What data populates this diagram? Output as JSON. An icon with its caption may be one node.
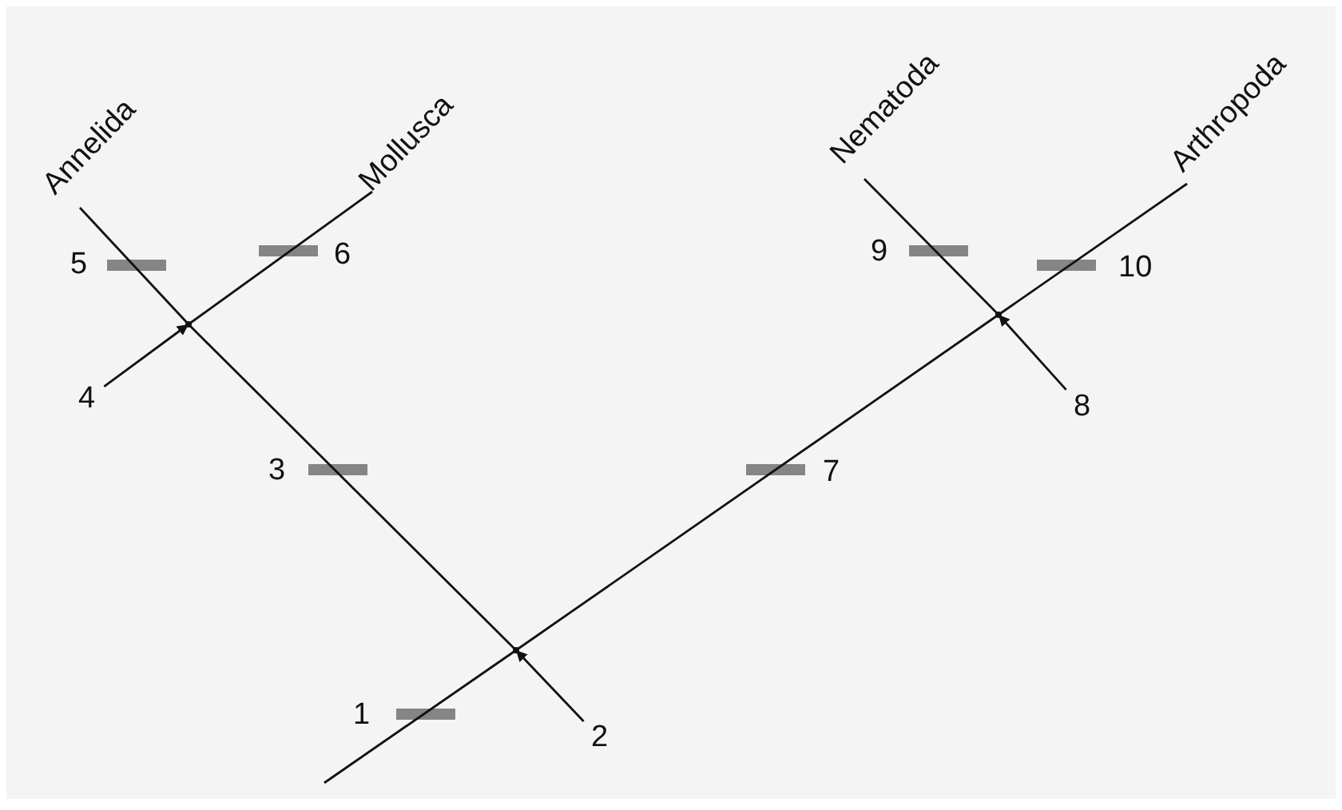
{
  "diagram": {
    "nodes": [
      {
        "text": [
          "Annelida"
        ]
      },
      {
        "text": [
          "Mollusca"
        ]
      },
      {
        "text": [
          "Nematoda"
        ]
      },
      {
        "text": [
          "Arthropoda"
        ]
      },
      {
        "text": [
          "4"
        ]
      },
      {
        "text": [
          "8"
        ]
      },
      {
        "text": [
          "2"
        ]
      },
      {
        "text": [],
        "shape": "point"
      },
      {
        "text": [],
        "shape": "point"
      },
      {
        "text": [],
        "shape": "point"
      }
    ],
    "edges": [
      {
        "from": null,
        "to": 7,
        "arrow": "none"
      },
      {
        "from": 7,
        "to": 8,
        "arrow": "none"
      },
      {
        "from": 8,
        "to": 0,
        "arrow": "none"
      },
      {
        "from": 8,
        "to": 1,
        "arrow": "none"
      },
      {
        "from": 7,
        "to": 9,
        "arrow": "none"
      },
      {
        "from": 9,
        "to": 2,
        "arrow": "none"
      },
      {
        "from": 9,
        "to": 3,
        "arrow": "none"
      },
      {
        "from": 4,
        "to": 8,
        "arrow": "to"
      },
      {
        "from": 5,
        "to": 9,
        "arrow": "to"
      },
      {
        "from": 6,
        "to": 7,
        "arrow": "to"
      }
    ],
    "labels": [
      "6",
      "9",
      "5",
      "10",
      "3",
      "7",
      "1"
    ]
  }
}
